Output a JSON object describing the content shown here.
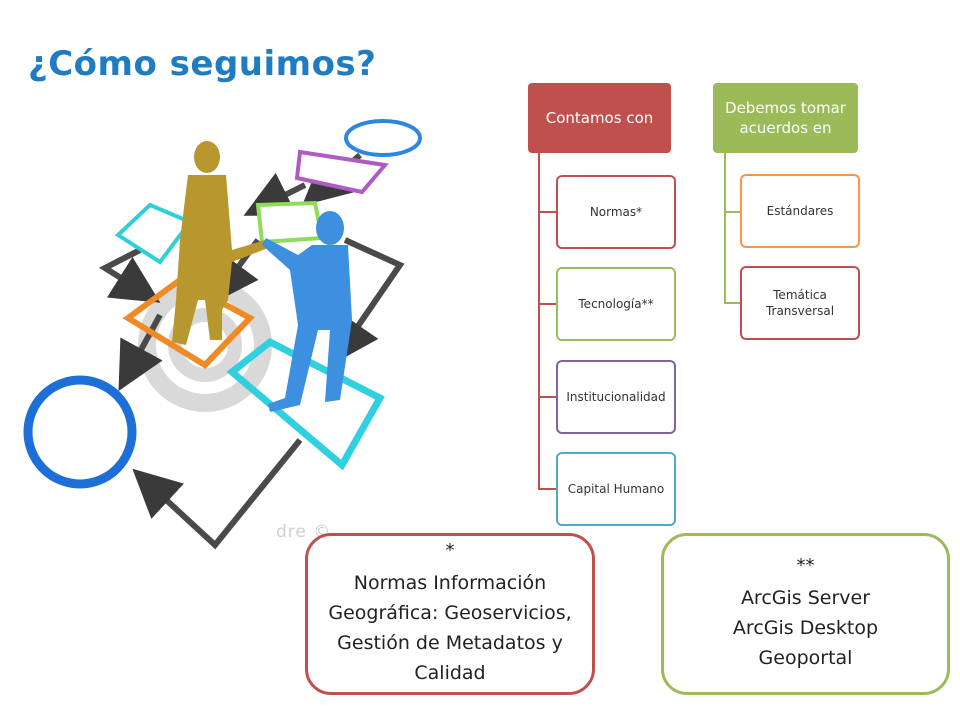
{
  "slide": {
    "title": "¿Cómo seguimos?",
    "watermark": "dre           ©"
  },
  "diagram": {
    "left_header": "Contamos con",
    "left_items": [
      "Normas*",
      "Tecnología**",
      "Institucionalidad",
      "Capital Humano"
    ],
    "right_header": "Debemos tomar acuerdos en",
    "right_items": [
      "Estándares",
      "Temática Transversal"
    ]
  },
  "notes": {
    "normas": {
      "mark": "*",
      "lines": [
        "Normas Información",
        "Geográfica: Geoservicios,",
        "Gestión de Metadatos y",
        "Calidad"
      ]
    },
    "tecnologia": {
      "mark": "**",
      "lines": [
        "ArcGis Server",
        "ArcGis Desktop",
        "Geoportal"
      ]
    }
  },
  "colors": {
    "title": "#1f7cc1",
    "red": "#c0504d",
    "green": "#9bbb59",
    "orange": "#f79646",
    "purple": "#8064a2",
    "teal": "#4bacc6"
  }
}
